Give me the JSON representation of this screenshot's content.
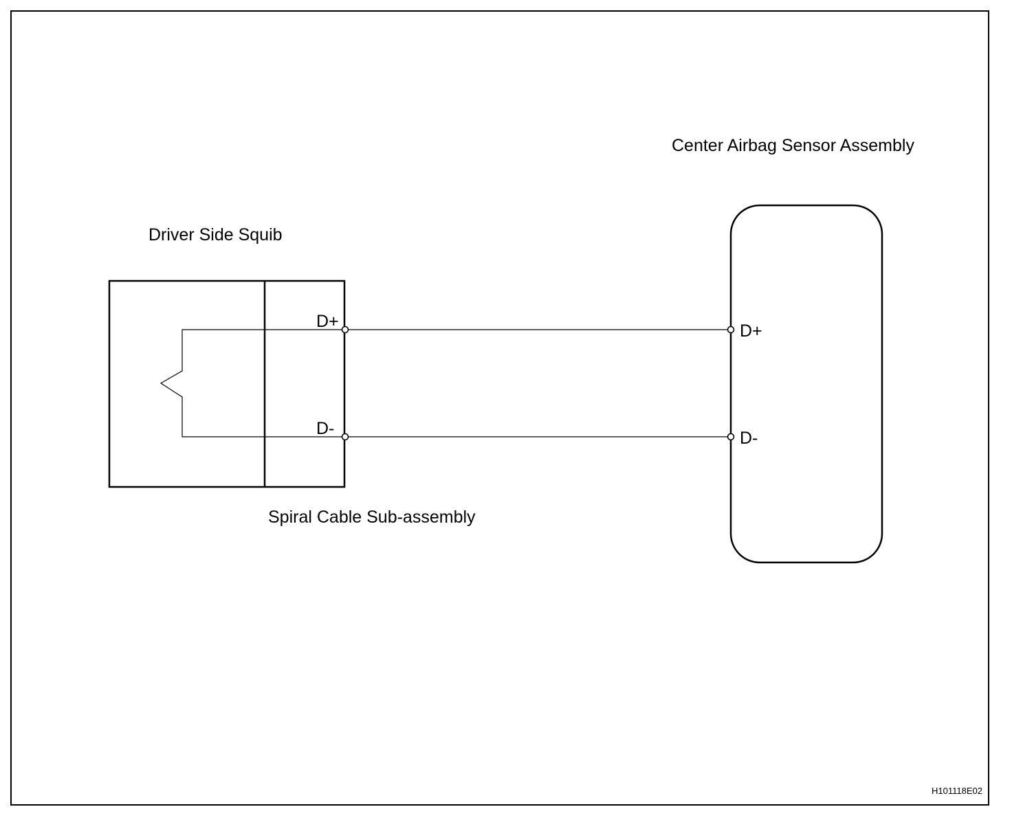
{
  "components": {
    "squib_label": "Driver Side Squib",
    "spiral_cable_label": "Spiral Cable Sub-assembly",
    "sensor_label": "Center Airbag Sensor Assembly"
  },
  "terminals": {
    "squib_pos": "D+",
    "squib_neg": "D-",
    "sensor_pos": "D+",
    "sensor_neg": "D-"
  },
  "figure_code": "H101118E02",
  "colors": {
    "line": "#000000",
    "background": "#ffffff"
  }
}
